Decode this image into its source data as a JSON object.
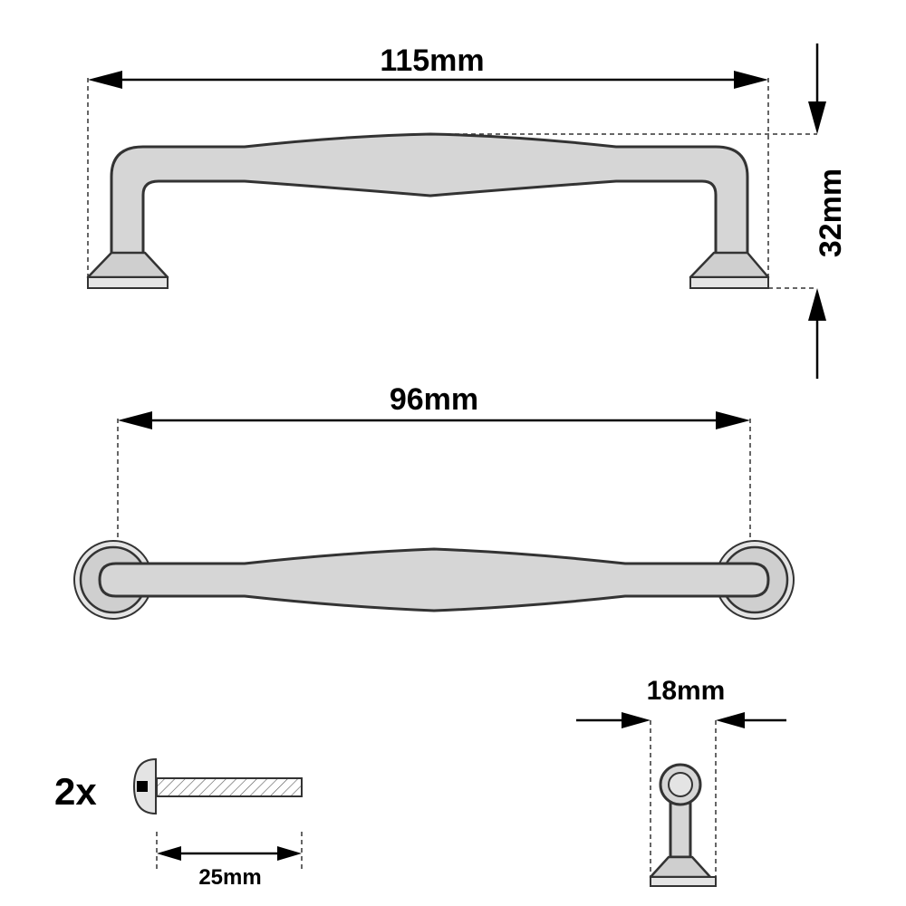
{
  "dimensions": {
    "overall_length": "115mm",
    "height": "32mm",
    "hole_spacing": "96mm",
    "depth": "18mm",
    "screw_length": "25mm",
    "screw_quantity": "2x"
  }
}
